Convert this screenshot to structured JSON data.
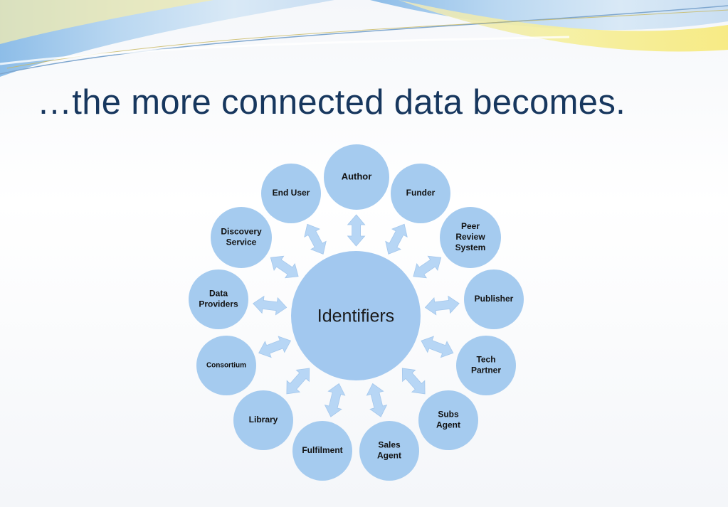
{
  "slide": {
    "title": "…the more connected data becomes."
  },
  "colors": {
    "title": "#17375e",
    "circle": "#a5cbef",
    "arrow": "#b7d6f5",
    "swoosh_blue": "#7fb3e3",
    "swoosh_yellow": "#f3e98a"
  },
  "diagram": {
    "hub": {
      "label": "Identifiers"
    },
    "nodes": [
      {
        "lines": [
          "Author"
        ]
      },
      {
        "lines": [
          "Funder"
        ]
      },
      {
        "lines": [
          "Peer",
          "Review",
          "System"
        ]
      },
      {
        "lines": [
          "Publisher"
        ]
      },
      {
        "lines": [
          "Tech",
          "Partner"
        ]
      },
      {
        "lines": [
          "Subs",
          "Agent"
        ]
      },
      {
        "lines": [
          "Sales",
          "Agent"
        ]
      },
      {
        "lines": [
          "Fulfilment"
        ]
      },
      {
        "lines": [
          "Library"
        ]
      },
      {
        "lines": [
          "Consortium"
        ]
      },
      {
        "lines": [
          "Data",
          "Providers"
        ]
      },
      {
        "lines": [
          "Discovery",
          "Service"
        ]
      },
      {
        "lines": [
          "End User"
        ]
      }
    ]
  }
}
